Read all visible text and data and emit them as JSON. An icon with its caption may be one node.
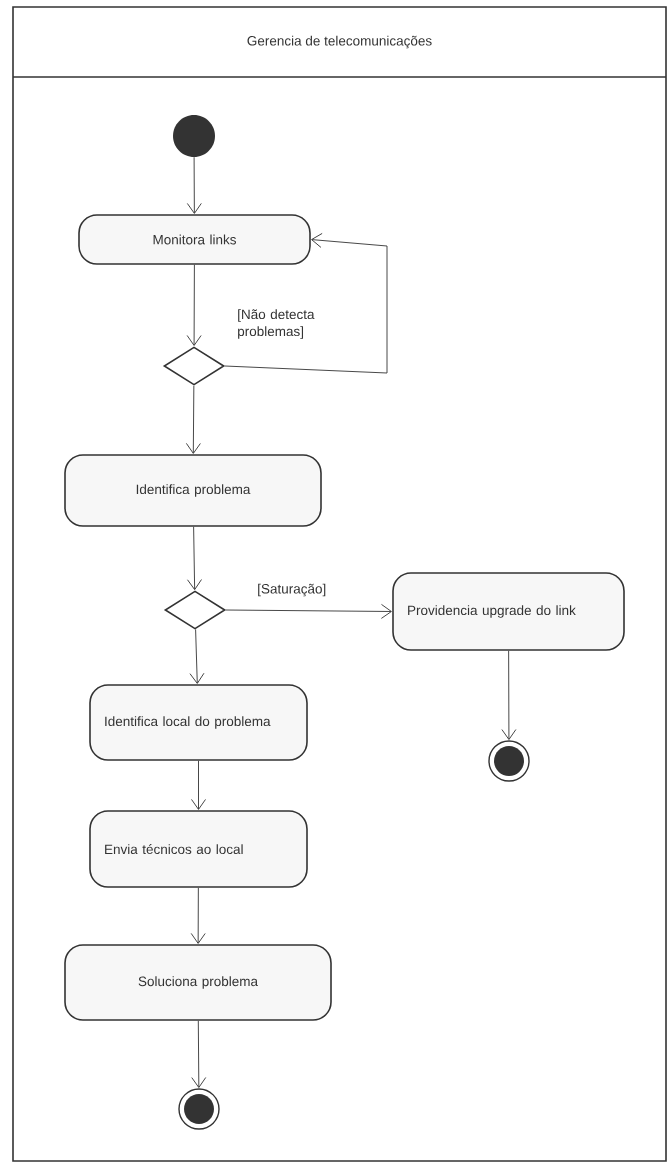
{
  "diagram": {
    "nodes": [
      {
        "text": [
          "Gerencia de telecomunicações"
        ]
      },
      {
        "text": [],
        "shape": "circle",
        "in": 0
      },
      {
        "text": [
          "Monitora links"
        ],
        "in": 0
      },
      {
        "text": [],
        "shape": "diamond",
        "in": 0
      },
      {
        "text": [
          "Identifica problema"
        ],
        "in": 0
      },
      {
        "text": [],
        "shape": "diamond",
        "in": 0
      },
      {
        "text": [
          "Providencia upgrade do link"
        ],
        "in": 0
      },
      {
        "text": [],
        "shape": "circle",
        "in": 0
      },
      {
        "text": [
          "Identifica local do problema"
        ],
        "in": 0
      },
      {
        "text": [
          "Envia técnicos ao local"
        ],
        "in": 0
      },
      {
        "text": [
          "Soluciona problema"
        ],
        "in": 0
      },
      {
        "text": [],
        "shape": "circle",
        "in": 0
      }
    ],
    "edges": [
      {
        "from": 1,
        "to": 2,
        "arrow": "to"
      },
      {
        "from": 2,
        "to": 3,
        "arrow": "to"
      },
      {
        "from": 3,
        "to": 2,
        "arrow": "to",
        "label": "[Não detecta problemas]"
      },
      {
        "from": 3,
        "to": 4,
        "arrow": "to"
      },
      {
        "from": 4,
        "to": 5,
        "arrow": "to"
      },
      {
        "from": 5,
        "to": 6,
        "arrow": "to",
        "label": "[Saturação]"
      },
      {
        "from": 5,
        "to": 8,
        "arrow": "to"
      },
      {
        "from": 6,
        "to": 7,
        "arrow": "to"
      },
      {
        "from": 8,
        "to": 9,
        "arrow": "to"
      },
      {
        "from": 9,
        "to": 10,
        "arrow": "to"
      },
      {
        "from": 10,
        "to": 11,
        "arrow": "to"
      }
    ]
  }
}
